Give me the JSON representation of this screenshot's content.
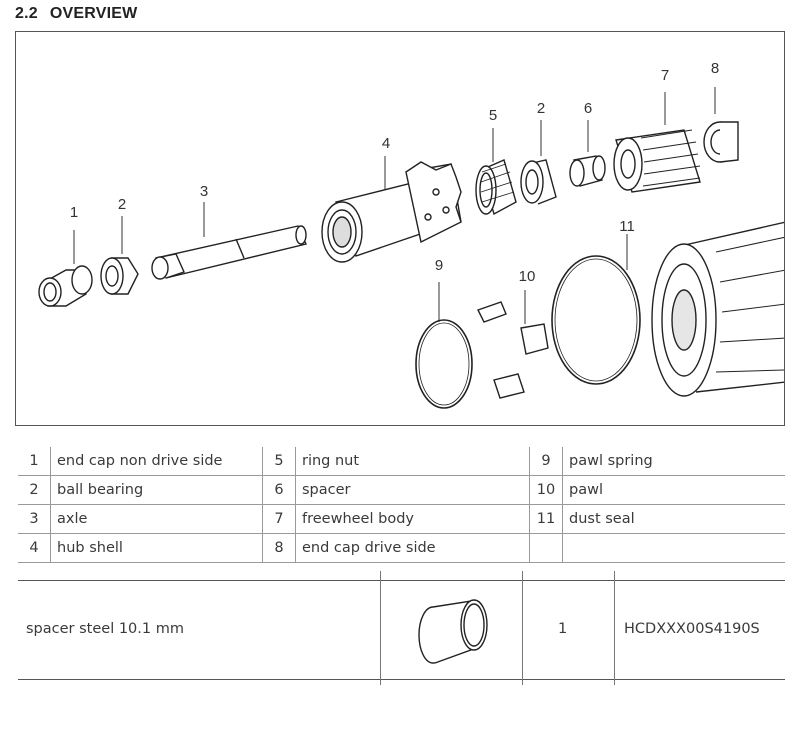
{
  "section": {
    "number": "2.2",
    "title": "OVERVIEW"
  },
  "callouts": [
    "1",
    "2",
    "3",
    "4",
    "5",
    "2",
    "6",
    "7",
    "8",
    "9",
    "10",
    "11"
  ],
  "parts_table": [
    [
      {
        "n": "1",
        "label": "end cap non drive side"
      },
      {
        "n": "5",
        "label": "ring nut"
      },
      {
        "n": "9",
        "label": "pawl spring"
      }
    ],
    [
      {
        "n": "2",
        "label": "ball bearing"
      },
      {
        "n": "6",
        "label": "spacer"
      },
      {
        "n": "10",
        "label": "pawl"
      }
    ],
    [
      {
        "n": "3",
        "label": "axle"
      },
      {
        "n": "7",
        "label": "freewheel body"
      },
      {
        "n": "11",
        "label": "dust seal"
      }
    ],
    [
      {
        "n": "4",
        "label": "hub shell"
      },
      {
        "n": "8",
        "label": "end cap drive side"
      },
      {
        "n": "",
        "label": ""
      }
    ]
  ],
  "spare_part": {
    "description": "spacer steel 10.1 mm",
    "quantity": "1",
    "code": "HCDXXX00S4190S"
  }
}
